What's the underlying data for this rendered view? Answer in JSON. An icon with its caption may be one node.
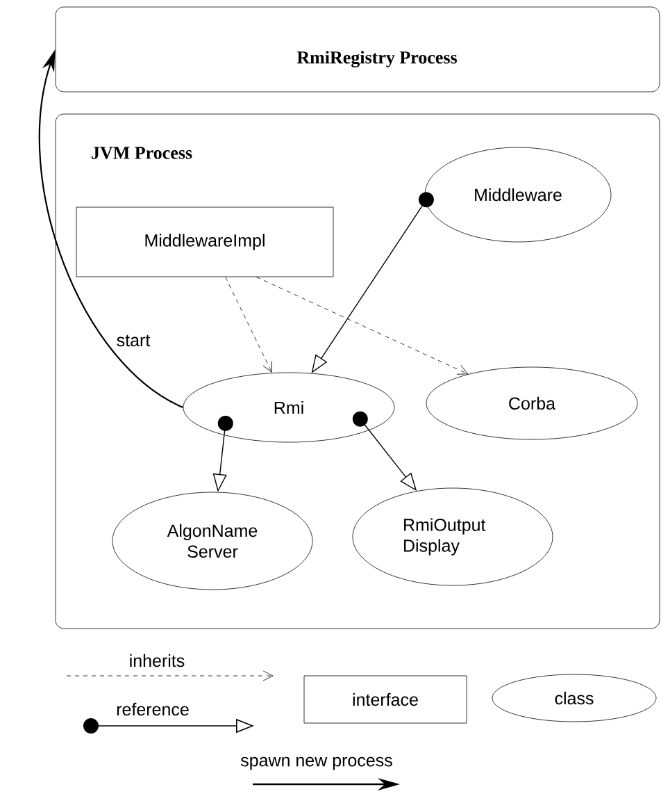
{
  "diagram": {
    "nodes": [
      {
        "text": [
          "RmiRegistry Process"
        ]
      },
      {
        "text": [
          "JVM Process"
        ]
      },
      {
        "text": [
          "Middleware"
        ],
        "in": 1
      },
      {
        "text": [
          "MiddlewareImpl"
        ],
        "in": 1
      },
      {
        "text": [
          "Rmi"
        ],
        "in": 1
      },
      {
        "text": [
          "Corba"
        ],
        "in": 1
      },
      {
        "text": [
          "AlgonName Server"
        ],
        "in": 1
      },
      {
        "text": [
          "RmiOutput Display"
        ],
        "in": 1
      }
    ],
    "edges": [
      {
        "from": 2,
        "to": 4,
        "arrow": "to"
      },
      {
        "from": 3,
        "to": 4,
        "arrow": "to",
        "style": "dashed"
      },
      {
        "from": 3,
        "to": 5,
        "arrow": "to",
        "style": "dashed"
      },
      {
        "from": 4,
        "to": 0,
        "arrow": "to",
        "label": "start"
      },
      {
        "from": 4,
        "to": 6,
        "arrow": "to"
      },
      {
        "from": 4,
        "to": 7,
        "arrow": "to"
      }
    ],
    "legend": [
      {
        "text": "inherits"
      },
      {
        "text": "interface"
      },
      {
        "text": "class"
      },
      {
        "text": "reference"
      },
      {
        "text": "spawn new process"
      }
    ]
  }
}
